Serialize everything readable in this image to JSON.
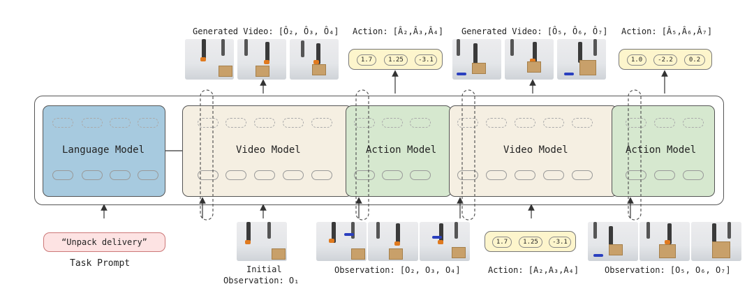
{
  "top_captions": {
    "generated_video_1": "Generated Video: [Ô₂, Ô₃, Ô₄]",
    "action_1": "Action: [Â₂,Â₃,Â₄]",
    "generated_video_2": "Generated Video: [Ô₅, Ô₆, Ô₇]",
    "action_2": "Action: [Â₅,Â₆,Â₇]"
  },
  "top_actions_1": [
    "1.7",
    "1.25",
    "-3.1"
  ],
  "top_actions_2": [
    "1.0",
    "-2.2",
    "0.2"
  ],
  "models": {
    "language": "Language Model",
    "video_1": "Video Model",
    "action_1": "Action Model",
    "video_2": "Video Model",
    "action_2": "Action Model"
  },
  "bottom": {
    "prompt": "“Unpack delivery”",
    "task_prompt": "Task Prompt",
    "initial_obs_line1": "Initial",
    "initial_obs_line2": "Observation: O₁",
    "observation_1": "Observation: [O₂, O₃, O₄]",
    "action_caption": "Action: [A₂,A₃,A₄]",
    "observation_2": "Observation: [O₅, O₆, O₇]"
  },
  "bottom_actions": [
    "1.7",
    "1.25",
    "-3.1"
  ],
  "colors": {
    "language_model": "#a7cadf",
    "video_model": "#f5efe2",
    "action_model": "#d6e8cf",
    "action_box": "#fdf5cc",
    "prompt_box": "#fde3e3"
  }
}
